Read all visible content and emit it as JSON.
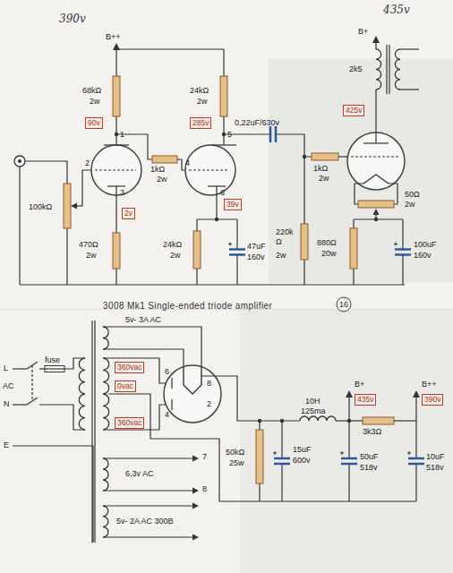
{
  "diagram": {
    "title": "3008 Mk1 Single-ended triode amplifier",
    "nodes": [
      {
        "text": [
          "425v"
        ]
      },
      {
        "text": [
          "90v"
        ]
      },
      {
        "text": [
          "285v"
        ]
      },
      {
        "text": [
          "39v"
        ]
      },
      {
        "text": [
          "2v"
        ]
      },
      {
        "text": [
          "16"
        ]
      },
      {
        "text": [
          "360vac"
        ]
      },
      {
        "text": [
          "0vac"
        ]
      },
      {
        "text": [
          "360vac"
        ]
      },
      {
        "text": [
          "435v"
        ]
      },
      {
        "text": [
          "390v"
        ]
      }
    ],
    "labels": [
      "390v",
      "B++",
      "435v",
      "B+",
      "2k5",
      "68kΩ",
      "2w",
      "24kΩ",
      "2w",
      "1",
      "5",
      "0,22uF/630v",
      "1kΩ",
      "2w",
      "2",
      "4",
      "1kΩ",
      "2w",
      "100kΩ",
      "3",
      "6",
      "50Ω",
      "2w",
      "880Ω",
      "20w",
      "470Ω",
      "2w",
      "24kΩ",
      "2w",
      "220k Ω",
      "2w",
      "47uF",
      "160v",
      "100uF",
      "160v",
      "L",
      "AC",
      "N",
      "E",
      "fuse",
      "5v- 3A AC",
      "6",
      "8",
      "4",
      "2",
      "10H",
      "125ma",
      "B+",
      "3k3Ω",
      "B++",
      "50kΩ",
      "25w",
      "15uF",
      "600v",
      "50uF",
      "518v",
      "10uF",
      "518v",
      "7",
      "6,3v AC",
      "8",
      "5v- 2A AC 300B"
    ]
  }
}
